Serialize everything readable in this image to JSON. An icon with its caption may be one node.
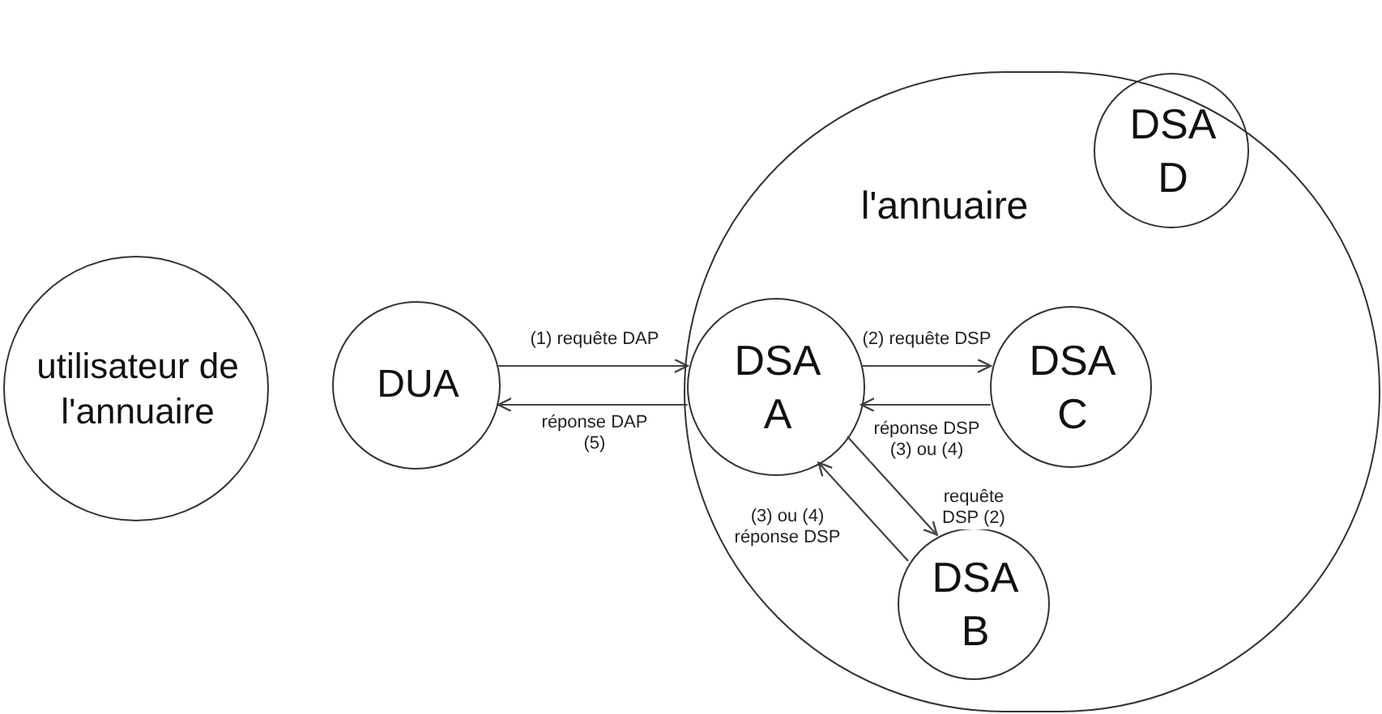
{
  "diagram": {
    "nodes": [
      {
        "text": [
          "utilisateur de l'annuaire"
        ]
      },
      {
        "text": [
          "DUA"
        ]
      },
      {
        "text": [
          "l'annuaire"
        ]
      },
      {
        "text": [
          "DSA A"
        ],
        "in": 2
      },
      {
        "text": [
          "DSA C"
        ],
        "in": 2
      },
      {
        "text": [
          "DSA D"
        ],
        "in": 2
      },
      {
        "text": [
          "DSA B"
        ],
        "in": 2
      }
    ],
    "edges": [
      {
        "from": 1,
        "to": 3,
        "arrow": "to",
        "label": "(1) requête DAP"
      },
      {
        "from": 3,
        "to": 1,
        "arrow": "to",
        "label": "réponse DAP (5)"
      },
      {
        "from": 3,
        "to": 4,
        "arrow": "to",
        "label": "(2) requête DSP"
      },
      {
        "from": 4,
        "to": 3,
        "arrow": "to",
        "label": "réponse DSP (3) ou (4)"
      },
      {
        "from": 3,
        "to": 6,
        "arrow": "to",
        "label": "requête DSP (2)"
      },
      {
        "from": 6,
        "to": 3,
        "arrow": "to",
        "label": "(3) ou (4) réponse DSP"
      }
    ]
  }
}
